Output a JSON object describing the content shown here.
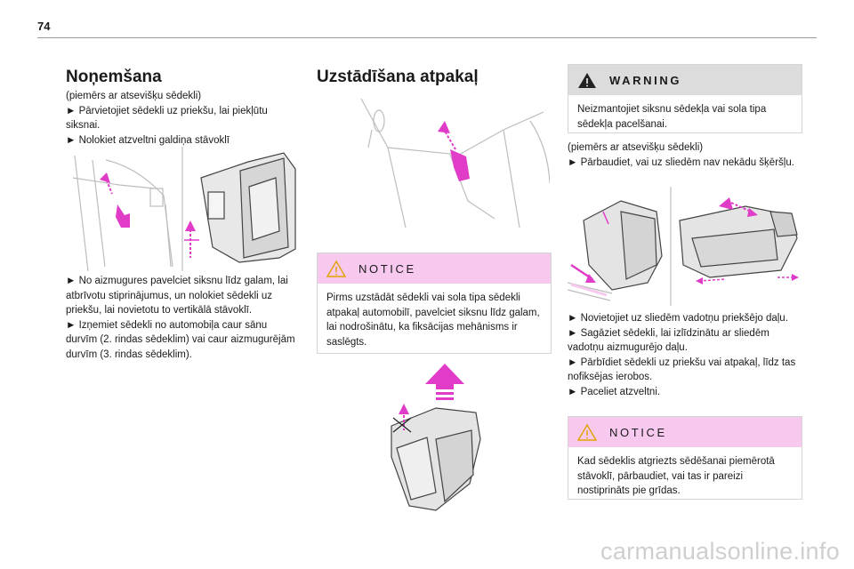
{
  "page_number": "74",
  "col1": {
    "title": "Noņemšana",
    "text_a": [
      "(piemērs ar atsevišķu sēdekli)",
      "► Pārvietojiet sēdekli uz priekšu, lai piekļūtu siksnai.",
      "► Nolokiet atzveltni galdiņa stāvoklī"
    ],
    "text_b": [
      "► No aizmugures pavelciet siksnu līdz galam, lai atbrīvotu stiprinājumus, un nolokiet sēdekli uz priekšu, lai novietotu to vertikālā stāvoklī.",
      "► Izņemiet sēdekli no automobiļa caur sānu durvīm (2. rindas sēdeklim) vai caur aizmugurējām durvīm (3. rindas sēdeklim)."
    ]
  },
  "col2": {
    "title": "Uzstādīšana atpakaļ",
    "notice": {
      "title": "NOTICE",
      "text": "Pirms uzstādāt sēdekli vai sola tipa sēdekli atpakaļ automobilī, pavelciet siksnu līdz galam, lai nodrošinātu, ka fiksācijas mehānisms ir saslēgts."
    }
  },
  "col3": {
    "warning": {
      "title": "WARNING",
      "text": "Neizmantojiet siksnu sēdekļa vai sola tipa sēdekļa pacelšanai."
    },
    "text_a": [
      "(piemērs ar atsevišķu sēdekli)",
      "► Pārbaudiet, vai uz sliedēm nav nekādu šķēršļu."
    ],
    "text_b": [
      "► Novietojiet uz sliedēm vadotņu priekšējo daļu.",
      "► Sagāziet sēdekli, lai izlīdzinātu ar sliedēm vadotņu aizmugurējo daļu.",
      "► Pārbīdiet sēdekli uz priekšu vai atpakaļ, līdz tas nofiksējas ierobos.",
      "► Paceliet atzveltni."
    ],
    "notice": {
      "title": "NOTICE",
      "text": "Kad sēdeklis atgriezts sēdēšanai piemērotā stāvoklī, pārbaudiet, vai tas ir pareizi nostiprināts pie grīdas."
    }
  },
  "watermark": "carmanualsonline.info",
  "colors": {
    "accent_pink": "#e03cc8",
    "notice_bg": "#f7c9ee",
    "warning_bg": "#dcdcdc"
  },
  "icons": [
    "seat-strap-figure",
    "seat-fold-figure",
    "warning-triangle-icon",
    "notice-triangle-icon"
  ]
}
